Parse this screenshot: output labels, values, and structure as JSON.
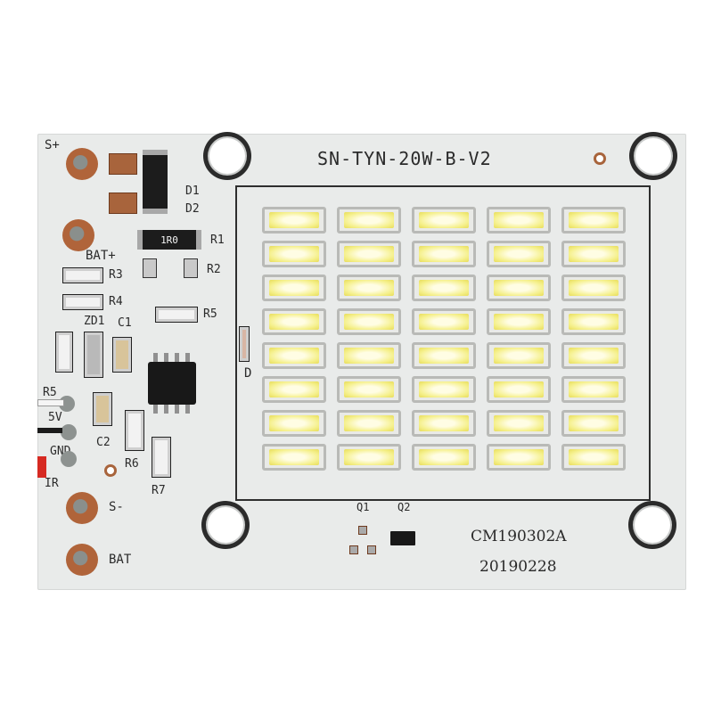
{
  "board": {
    "model_label": "SN-TYN-20W-B-V2",
    "code_label": "CM190302A",
    "date_label": "20190228",
    "base_color": "#e9ebea",
    "led_color": "#f5f08c"
  },
  "silkscreen": {
    "s_plus": "S+",
    "bat_plus": "BAT+",
    "s_minus": "S-",
    "bat": "BAT",
    "d1": "D1",
    "d2": "D2",
    "r1": "R1",
    "r2": "R2",
    "r3": "R3",
    "r4": "R4",
    "r5_right": "R5",
    "r5_left": "R5",
    "zd1": "ZD1",
    "c1": "C1",
    "c2": "C2",
    "r6": "R6",
    "r7": "R7",
    "plus5v": "5V",
    "gnd": "GND",
    "ir": "IR",
    "d": "D",
    "q1": "Q1",
    "q2": "Q2"
  },
  "components": {
    "resistor_r1_marking": "1R0"
  }
}
